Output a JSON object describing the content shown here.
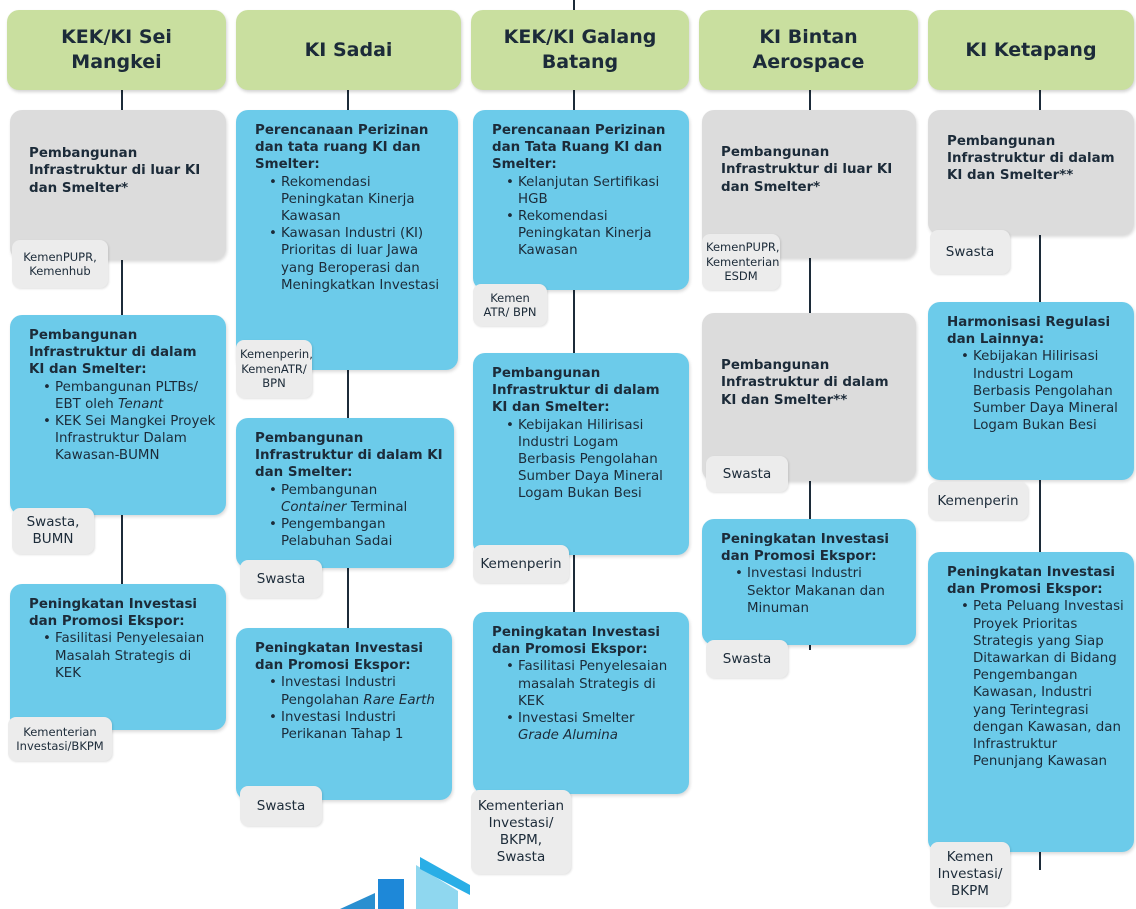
{
  "columns": [
    {
      "header": "KEK/KI Sei Mangkei",
      "blocks": [
        {
          "title": "Pembangunan Infrastruktur di luar KI dan Smelter*",
          "items": [],
          "actor": "KemenPUPR, Kemenhub"
        },
        {
          "title": "Pembangunan Infrastruktur di dalam KI dan Smelter:",
          "items": [
            {
              "pre": "Pembangunan PLTBs/ EBT oleh ",
              "em": "Tenant",
              "post": ""
            },
            {
              "pre": "KEK Sei Mangkei Proyek Infrastruktur Dalam Kawasan-BUMN",
              "em": "",
              "post": ""
            }
          ],
          "actor": "Swasta, BUMN"
        },
        {
          "title": "Peningkatan Investasi dan Promosi Ekspor:",
          "items": [
            {
              "pre": "Fasilitasi Penyelesaian Masalah Strategis di KEK",
              "em": "",
              "post": ""
            }
          ],
          "actor": "Kementerian Investasi/BKPM"
        }
      ]
    },
    {
      "header": "KI Sadai",
      "blocks": [
        {
          "title": "Perencanaan Perizinan dan tata ruang KI dan Smelter:",
          "items": [
            {
              "pre": "Rekomendasi Peningkatan Kinerja Kawasan",
              "em": "",
              "post": ""
            },
            {
              "pre": "Kawasan Industri (KI) Prioritas di luar Jawa yang Beroperasi dan Meningkatkan Investasi",
              "em": "",
              "post": ""
            }
          ],
          "actor": "Kemenperin, KemenATR/ BPN"
        },
        {
          "title": "Pembangunan Infrastruktur di dalam KI dan Smelter:",
          "items": [
            {
              "pre": "Pembangunan ",
              "em": "Container",
              "post": " Terminal"
            },
            {
              "pre": "Pengembangan Pelabuhan Sadai",
              "em": "",
              "post": ""
            }
          ],
          "actor": "Swasta"
        },
        {
          "title": "Peningkatan Investasi dan Promosi Ekspor:",
          "items": [
            {
              "pre": "Investasi Industri Pengolahan ",
              "em": "Rare Earth",
              "post": ""
            },
            {
              "pre": "Investasi Industri Perikanan Tahap 1",
              "em": "",
              "post": ""
            }
          ],
          "actor": "Swasta"
        }
      ]
    },
    {
      "header": "KEK/KI Galang Batang",
      "blocks": [
        {
          "title": "Perencanaan Perizinan dan Tata Ruang KI dan Smelter:",
          "items": [
            {
              "pre": "Kelanjutan Sertifikasi HGB",
              "em": "",
              "post": ""
            },
            {
              "pre": "Rekomendasi Peningkatan Kinerja Kawasan",
              "em": "",
              "post": ""
            }
          ],
          "actor": "Kemen ATR/ BPN"
        },
        {
          "title": "Pembangunan Infrastruktur di dalam KI dan Smelter:",
          "items": [
            {
              "pre": "Kebijakan Hilirisasi Industri Logam Berbasis Pengolahan Sumber Daya Mineral Logam Bukan Besi",
              "em": "",
              "post": ""
            }
          ],
          "actor": "Kemenperin"
        },
        {
          "title": "Peningkatan Investasi dan Promosi Ekspor:",
          "items": [
            {
              "pre": "Fasilitasi Penyelesaian masalah Strategis di KEK",
              "em": "",
              "post": ""
            },
            {
              "pre": "Investasi Smelter ",
              "em": "Grade Alumina",
              "post": ""
            }
          ],
          "actor": "Kementerian Investasi/ BKPM, Swasta"
        }
      ]
    },
    {
      "header": "KI Bintan Aerospace",
      "blocks": [
        {
          "title": "Pembangunan Infrastruktur di luar KI dan Smelter*",
          "items": [],
          "actor": "KemenPUPR, Kementerian ESDM"
        },
        {
          "title": "Pembangunan Infrastruktur di dalam KI dan Smelter**",
          "items": [],
          "actor": "Swasta"
        },
        {
          "title": "Peningkatan Investasi dan Promosi Ekspor:",
          "items": [
            {
              "pre": "Investasi Industri Sektor Makanan dan Minuman",
              "em": "",
              "post": ""
            }
          ],
          "actor": "Swasta"
        }
      ]
    },
    {
      "header": "KI Ketapang",
      "blocks": [
        {
          "title": "Pembangunan Infrastruktur di dalam KI dan Smelter**",
          "items": [],
          "actor": "Swasta"
        },
        {
          "title": "Harmonisasi Regulasi dan Lainnya:",
          "items": [
            {
              "pre": "Kebijakan Hilirisasi Industri Logam Berbasis Pengolahan Sumber Daya Mineral Logam Bukan Besi",
              "em": "",
              "post": ""
            }
          ],
          "actor": "Kemenperin"
        },
        {
          "title": "Peningkatan Investasi dan Promosi Ekspor:",
          "items": [
            {
              "pre": "Peta Peluang Investasi Proyek Prioritas Strategis yang Siap Ditawarkan di Bidang Pengembangan Kawasan, Industri yang Terintegrasi dengan Kawasan, dan Infrastruktur Penunjang Kawasan",
              "em": "",
              "post": ""
            }
          ],
          "actor": "Kemen Investasi/ BKPM"
        }
      ]
    }
  ],
  "colors": {
    "header": "#c9df9f",
    "blue_box": "#6ccbea",
    "gray_box": "#dcdcdc",
    "actor": "#ececec",
    "line": "#1c2b39"
  },
  "logo_icon": "building-logo-icon"
}
